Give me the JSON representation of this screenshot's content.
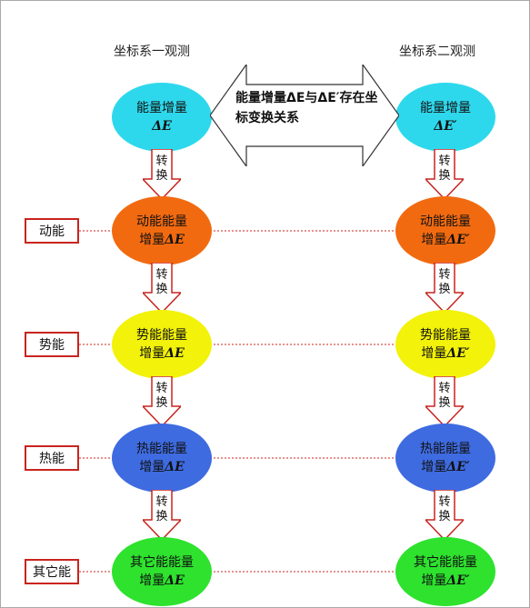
{
  "columns": {
    "left_title": "坐标系一观测",
    "right_title": "坐标系二观测"
  },
  "top_nodes": {
    "left": {
      "line1": "能量增量",
      "line2": "ΔE"
    },
    "right": {
      "line1": "能量增量",
      "line2": "ΔE′"
    }
  },
  "relation_text": "能量增量ΔE与ΔE′存在坐标变换关系",
  "transform_arrow": {
    "line1": "转",
    "line2": "换"
  },
  "rows": [
    {
      "label": "动能",
      "left": {
        "line1": "动能能量",
        "line2": "增量",
        "sym": "ΔE"
      },
      "right": {
        "line1": "动能能量",
        "line2": "增量",
        "sym": "ΔE′"
      },
      "color": "#f26a10"
    },
    {
      "label": "势能",
      "left": {
        "line1": "势能能量",
        "line2": "增量",
        "sym": "ΔE"
      },
      "right": {
        "line1": "势能能量",
        "line2": "增量",
        "sym": "ΔE′"
      },
      "color": "#f2f20a"
    },
    {
      "label": "热能",
      "left": {
        "line1": "热能能量",
        "line2": "增量",
        "sym": "ΔE"
      },
      "right": {
        "line1": "热能能量",
        "line2": "增量",
        "sym": "ΔE′"
      },
      "color": "#3e6be0"
    },
    {
      "label": "其它能",
      "left": {
        "line1": "其它能能量",
        "line2": "增量",
        "sym": "ΔE"
      },
      "right": {
        "line1": "其它能能量",
        "line2": "增量",
        "sym": "ΔE′"
      },
      "color": "#2ee22e"
    }
  ],
  "colors": {
    "top_node": "#2ed8ec",
    "label_border": "#c8241f",
    "dotted_line": "#c8241f",
    "arrow_stroke": "#c8241f"
  }
}
